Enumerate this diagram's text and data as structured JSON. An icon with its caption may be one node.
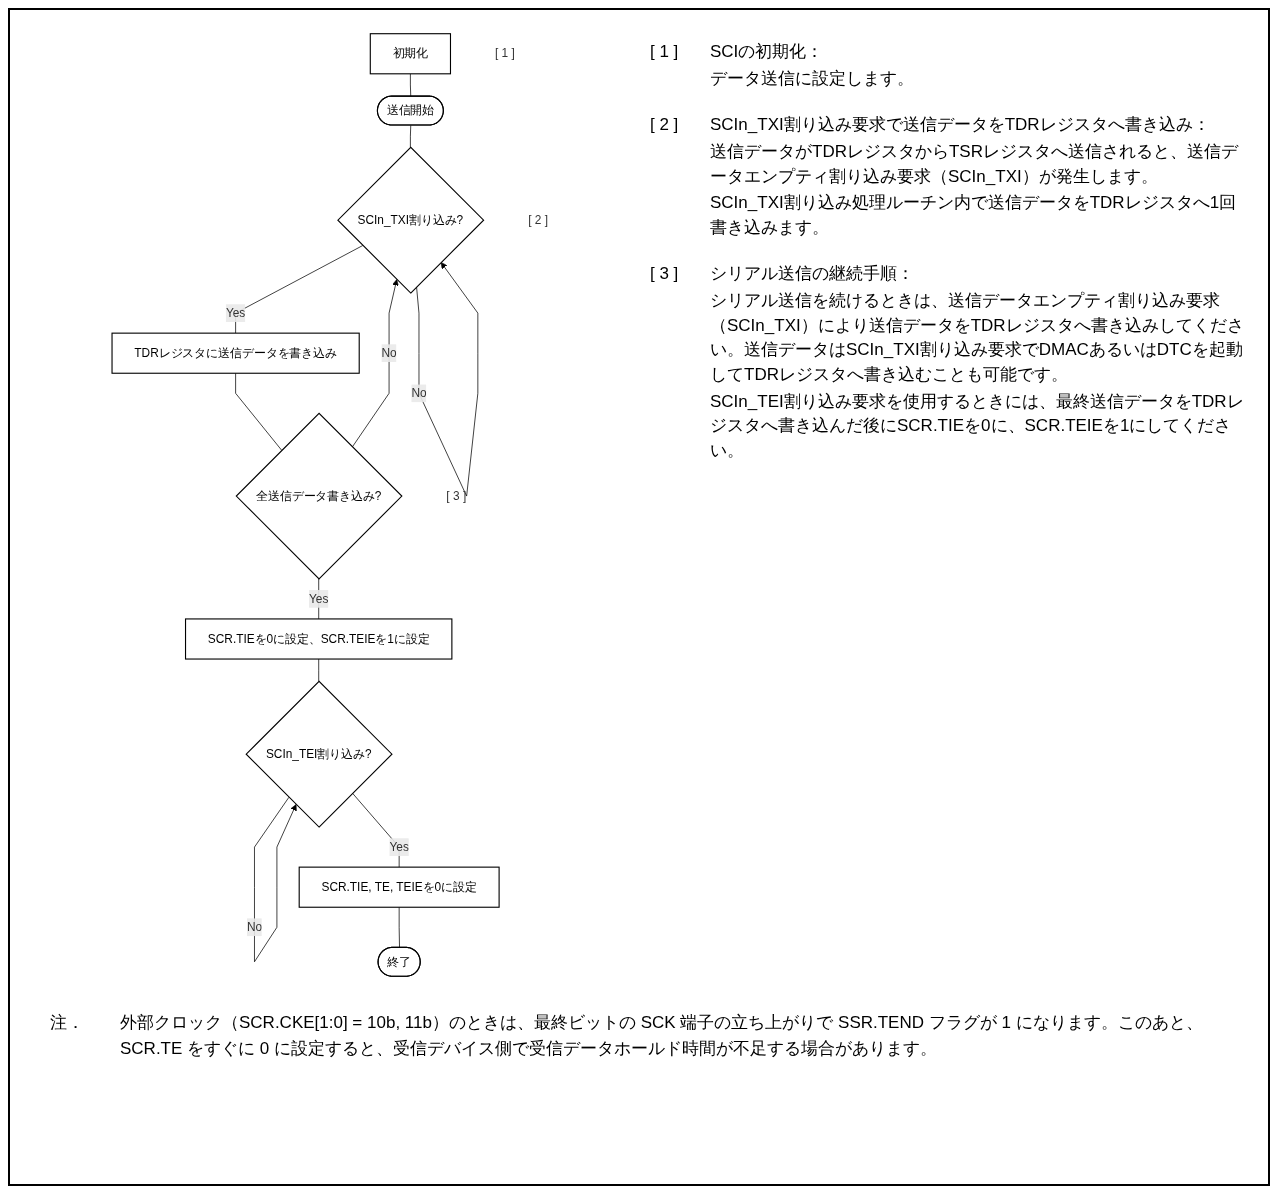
{
  "diagram": {
    "nodes": [
      {
        "text": [
          "初期化"
        ],
        "beside": [
          "[ 1 ]"
        ]
      },
      {
        "text": [
          "送信開始"
        ]
      },
      {
        "text": [
          "SCIn_TXI割り込み?"
        ],
        "beside": [
          "[ 2 ]"
        ]
      },
      {
        "text": [
          "TDRレジスタに送信データを書き込み"
        ]
      },
      {
        "text": [
          "全送信データ書き込み?"
        ],
        "beside": [
          "[ 3 ]"
        ]
      },
      {
        "text": [
          "SCR.TIEを0に設定、SCR.TEIEを1に設定"
        ]
      },
      {
        "text": [
          "SCIn_TEI割り込み?"
        ]
      },
      {
        "text": [
          "SCR.TIE, TE, TEIEを0に設定"
        ]
      },
      {
        "text": [
          "終了"
        ]
      }
    ],
    "edges": [
      {
        "from": 0,
        "to": 1,
        "arrow": "none"
      },
      {
        "from": 1,
        "to": 2,
        "arrow": "none"
      },
      {
        "from": 2,
        "to": 2,
        "arrow": "to",
        "label": "No"
      },
      {
        "from": 2,
        "to": 3,
        "arrow": "none",
        "label": "Yes"
      },
      {
        "from": 3,
        "to": 4,
        "arrow": "none"
      },
      {
        "from": 4,
        "to": 2,
        "arrow": "to",
        "label": "No"
      },
      {
        "from": 4,
        "to": 5,
        "arrow": "none",
        "label": "Yes"
      },
      {
        "from": 5,
        "to": 6,
        "arrow": "none"
      },
      {
        "from": 6,
        "to": 6,
        "arrow": "to",
        "label": "No"
      },
      {
        "from": 6,
        "to": 7,
        "arrow": "none",
        "label": "Yes"
      },
      {
        "from": 7,
        "to": 8,
        "arrow": "none"
      }
    ],
    "labels": [
      "[ 1 ]",
      "SCIの初期化：",
      "データ送信に設定します。",
      "[ 2 ]",
      "SCIn_TXI割り込み要求で送信データをTDRレジスタへ書き込み：",
      "送信データがTDRレジスタからTSRレジスタへ送信されると、送信データエンプティ割り込み要求（SCIn_TXI）が発生します。",
      "SCIn_TXI割り込み処理ルーチン内で送信データをTDRレジスタへ1回書き込みます。",
      "[ 3 ]",
      "シリアル送信の継続手順：",
      "シリアル送信を続けるときは、送信データエンプティ割り込み要求（SCIn_TXI）により送信データをTDRレジスタへ書き込みしてください。送信データはSCIn_TXI割り込み要求でDMACあるいはDTCを起動してTDRレジスタへ書き込むことも可能です。",
      "SCIn_TEI割り込み要求を使用するときには、最終送信データをTDRレジスタへ書き込んだ後にSCR.TIEを0に、SCR.TEIEを1にしてください。",
      "注．",
      "外部クロック（SCR.CKE[1:0] = 10b, 11b）のときは、最終ビットの SCK 端子の立ち上がりで SSR.TEND フラグが 1 になります。このあと、SCR.TE をすぐに 0 に設定すると、受信デバイス側で受信データホールド時間が不足する場合があります。"
    ]
  }
}
